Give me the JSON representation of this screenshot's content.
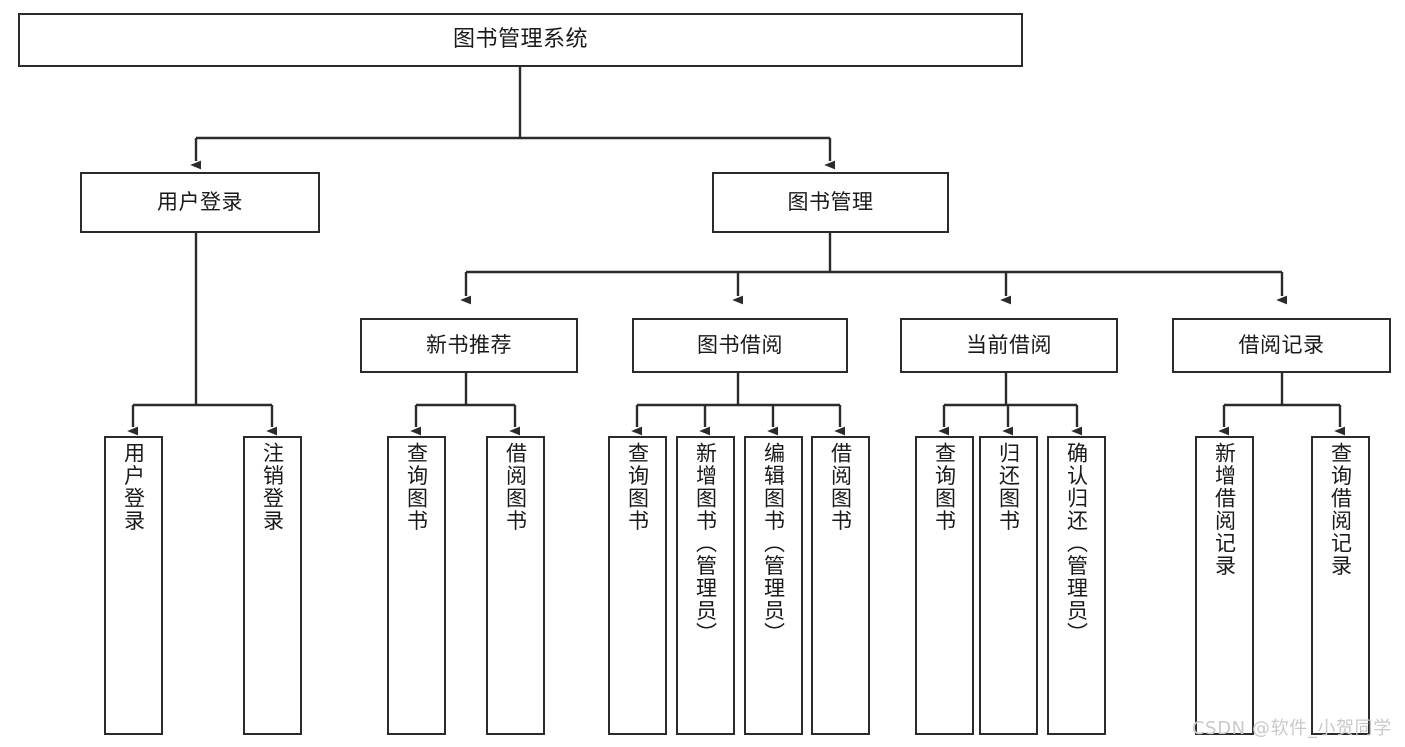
{
  "diagram": {
    "title": "图书管理系统",
    "type": "tree",
    "background": "#ffffff",
    "line_color": "#2b2b2b",
    "text_color": "#1a1a1a"
  },
  "nodes": {
    "root": {
      "label": "图书管理系统"
    },
    "level1": [
      {
        "label": "用户登录"
      },
      {
        "label": "图书管理"
      }
    ],
    "level2": [
      {
        "label": "新书推荐"
      },
      {
        "label": "图书借阅"
      },
      {
        "label": "当前借阅"
      },
      {
        "label": "借阅记录"
      }
    ],
    "leaves_user_login": [
      {
        "label": "用户登录"
      },
      {
        "label": "注销登录"
      }
    ],
    "leaves_new_book": [
      {
        "label": "查询图书"
      },
      {
        "label": "借阅图书"
      }
    ],
    "leaves_borrow": [
      {
        "label": "查询图书"
      },
      {
        "label": "新增图书（管理员）"
      },
      {
        "label": "编辑图书（管理员）"
      },
      {
        "label": "借阅图书"
      }
    ],
    "leaves_current": [
      {
        "label": "查询图书"
      },
      {
        "label": "归还图书"
      },
      {
        "label": "确认归还（管理员）"
      }
    ],
    "leaves_record": [
      {
        "label": "新增借阅记录"
      },
      {
        "label": "查询借阅记录"
      }
    ]
  },
  "watermark": {
    "text": "CSDN @软件_小贺同学"
  }
}
